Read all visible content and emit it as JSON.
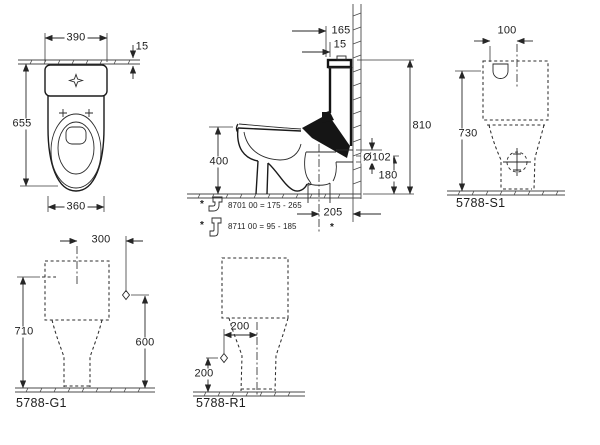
{
  "drawing": {
    "top_view": {
      "dim_width_top": "390",
      "dim_wall_thickness": "15",
      "dim_depth": "655",
      "dim_bowl_width": "360"
    },
    "side_section": {
      "dim_cistern_depth": "165",
      "dim_wall_gap": "15",
      "dim_total_height": "810",
      "dim_bowl_height": "400",
      "dim_outlet_diameter": "Ø102",
      "dim_outlet_height": "180",
      "dim_outlet_offset": "205",
      "asterisk": "*",
      "note_1": "8701 00 = 175 - 265",
      "note_2": "8711 00 = 95 - 185"
    },
    "rear_view": {
      "dim_inlet_offset": "100",
      "dim_inlet_height": "730",
      "label": "5788-S1"
    },
    "front_view": {
      "dim_center_offset": "300",
      "dim_height": "710",
      "dim_axis_height": "600",
      "label": "5788-G1"
    },
    "side_view": {
      "dim_axis_offset": "200",
      "dim_axis_height": "200",
      "label": "5788-R1"
    }
  },
  "colors": {
    "line": "#262626",
    "background": "#ffffff"
  }
}
